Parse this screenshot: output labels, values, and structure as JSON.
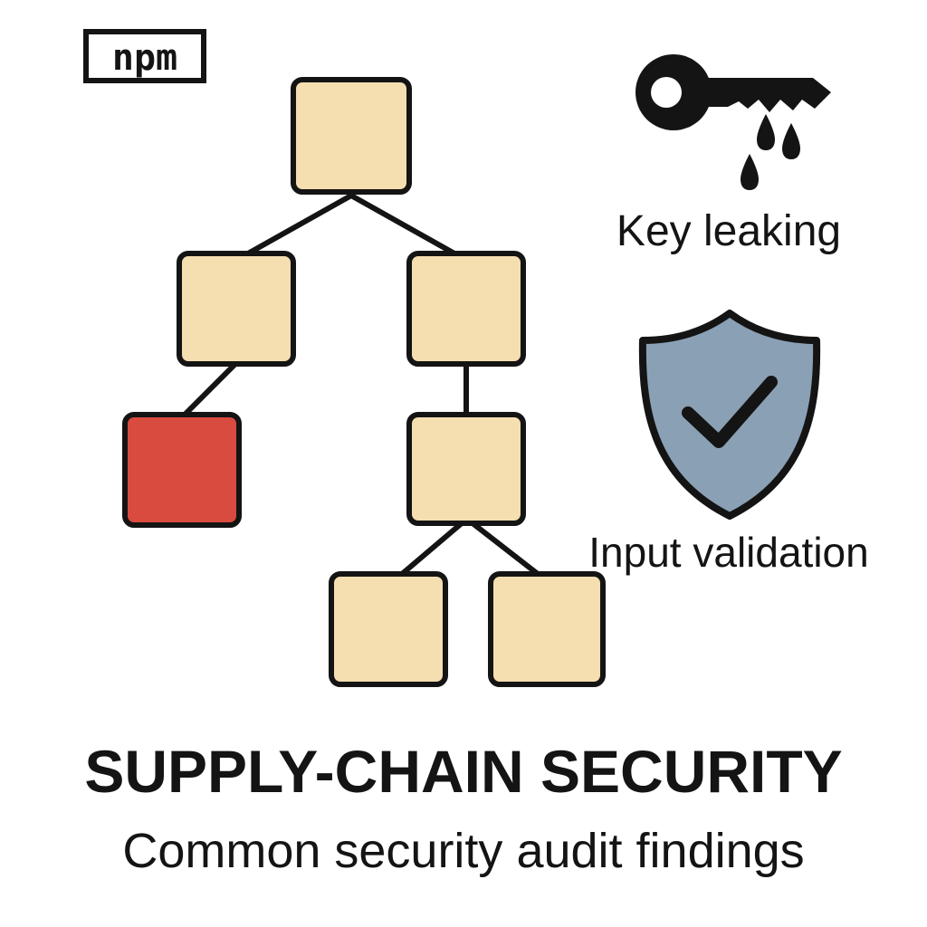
{
  "logo": {
    "text": "npm"
  },
  "colors": {
    "node_fill": "#f5deb0",
    "vulnerable_fill": "#d94a3f",
    "outline": "#141414",
    "shield_fill": "#8aa0b5"
  },
  "tree": {
    "nodes": [
      {
        "id": "root",
        "status": "ok"
      },
      {
        "id": "left-child",
        "status": "ok"
      },
      {
        "id": "right-child",
        "status": "ok"
      },
      {
        "id": "vulnerable-leaf",
        "status": "vulnerable"
      },
      {
        "id": "right-grandchild",
        "status": "ok"
      },
      {
        "id": "leaf-left",
        "status": "ok"
      },
      {
        "id": "leaf-right",
        "status": "ok"
      }
    ],
    "edges": [
      [
        "root",
        "left-child"
      ],
      [
        "root",
        "right-child"
      ],
      [
        "left-child",
        "vulnerable-leaf"
      ],
      [
        "right-child",
        "right-grandchild"
      ],
      [
        "right-grandchild",
        "leaf-left"
      ],
      [
        "right-grandchild",
        "leaf-right"
      ]
    ]
  },
  "findings": {
    "key_leaking": {
      "label": "Key leaking",
      "icon": "key-dripping-icon"
    },
    "input_validation": {
      "label": "Input validation",
      "icon": "shield-check-icon"
    }
  },
  "title": "SUPPLY-CHAIN SECURITY",
  "subtitle": "Common security audit findings"
}
